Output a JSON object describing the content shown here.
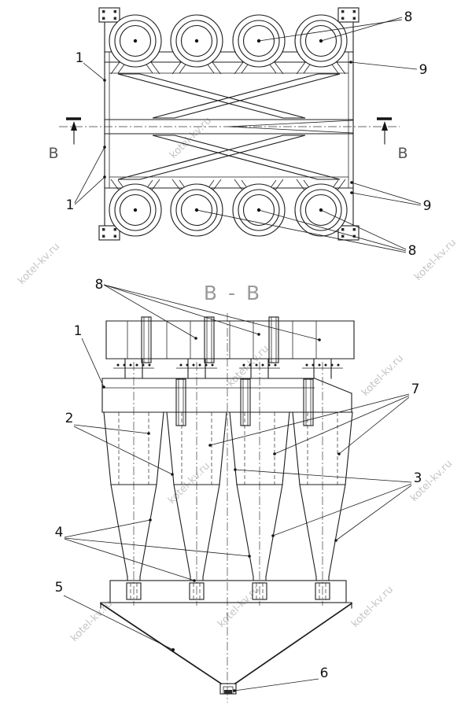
{
  "watermark": {
    "text": "kotel-kv.ru"
  },
  "plan_view": {
    "section_marker_left": "В",
    "section_marker_right": "В",
    "labels": {
      "tubes_top": "8",
      "body_right_top": "9",
      "body_left_top": "1",
      "body_left_bottom": "1",
      "body_right_bottom": "9",
      "tubes_bottom": "8"
    }
  },
  "section_view": {
    "title": "В - В",
    "labels": {
      "outlet_tubes": "8",
      "inlet_box": "1",
      "cyclone_body": "2",
      "inner_tubes": "7",
      "cones": "3",
      "cone_outlets": "4",
      "hopper": "5",
      "discharge": "6"
    }
  }
}
